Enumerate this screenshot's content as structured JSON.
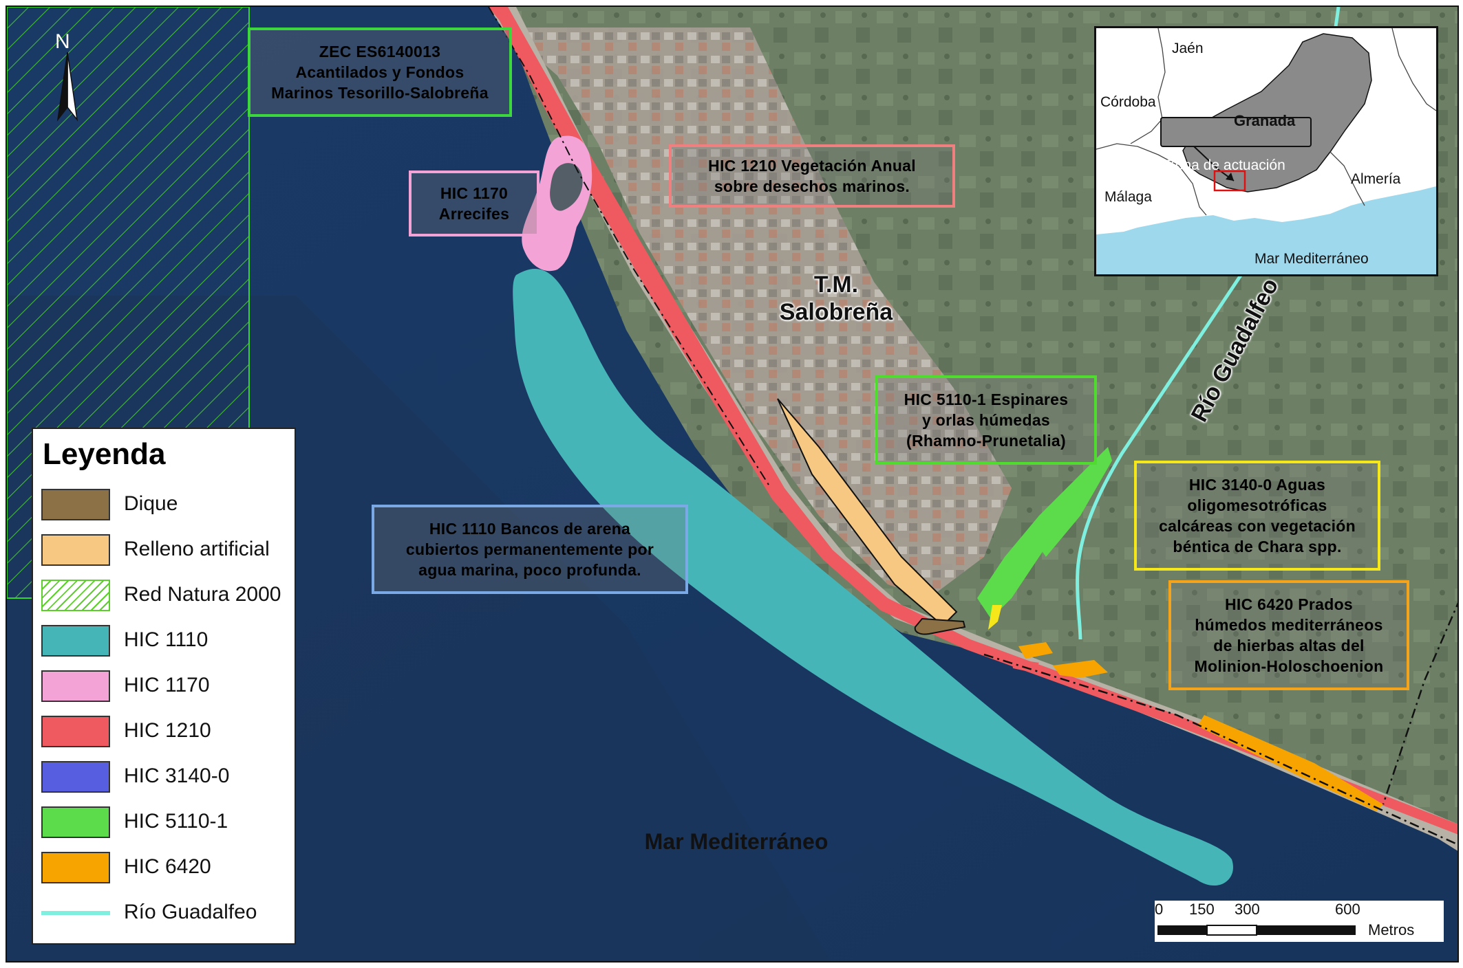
{
  "map": {
    "callouts": {
      "zec": {
        "text": "ZEC ES6140013\nAcantilados y Fondos\nMarinos Tesorillo-Salobreña",
        "color": "#3dd63d"
      },
      "hic1170": {
        "text": "HIC 1170\nArrecifes",
        "color": "#f4a3d6"
      },
      "hic1210": {
        "text": "HIC 1210 Vegetación Anual\nsobre desechos marinos.",
        "color": "#f08080"
      },
      "hic1110": {
        "text": "HIC 1110 Bancos de arena\ncubiertos permanentemente por\nagua marina, poco profunda.",
        "color": "#7aa9e6"
      },
      "hic5110": {
        "text": "HIC 5110-1 Espinares\ny orlas húmedas\n(Rhamno-Prunetalia)",
        "color": "#4fdc2f"
      },
      "hic3140": {
        "text": "HIC 3140-0 Aguas\noligomesotróficas\ncalcáreas con vegetación\nbéntica de Chara spp.",
        "color": "#f5e71a"
      },
      "hic6420": {
        "text": "HIC 6420 Prados\nhúmedos mediterráneos\nde hierbas altas del\nMolinion-Holoschoenion",
        "color": "#f5a31a"
      }
    },
    "labels": {
      "municipality": "T.M.\nSalobreña",
      "river": "Río Guadalfeo",
      "sea": "Mar Mediterráneo"
    },
    "north_label": "N"
  },
  "legend": {
    "title": "Leyenda",
    "items": [
      {
        "label": "Dique",
        "color": "#8b7145",
        "icon": "swatch"
      },
      {
        "label": "Relleno artificial",
        "color": "#f6c882",
        "icon": "swatch"
      },
      {
        "label": "Red Natura 2000",
        "color": "#5ccf2d",
        "icon": "hatched-swatch"
      },
      {
        "label": "HIC 1110",
        "color": "#46b5b8",
        "icon": "swatch"
      },
      {
        "label": "HIC 1170",
        "color": "#f4a3d6",
        "icon": "swatch"
      },
      {
        "label": "HIC 1210",
        "color": "#ee5a5f",
        "icon": "swatch"
      },
      {
        "label": "HIC 3140-0",
        "color": "#585ee0",
        "icon": "swatch"
      },
      {
        "label": "HIC 5110-1",
        "color": "#5cdc4a",
        "icon": "swatch"
      },
      {
        "label": "HIC 6420",
        "color": "#f7a400",
        "icon": "swatch"
      },
      {
        "label": "Río Guadalfeo",
        "color": "#7ff0e0",
        "icon": "line"
      }
    ]
  },
  "inset": {
    "labels": {
      "jaen": "Jaén",
      "cordoba": "Córdoba",
      "granada": "Granada",
      "zona": "Zona de actuación",
      "malaga": "Málaga",
      "almeria": "Almería",
      "sea": "Mar Mediterráneo"
    },
    "colors": {
      "province": "#8a8a8a",
      "sea": "#9ed8ec",
      "highlight": "#e01010"
    }
  },
  "scalebar": {
    "ticks": [
      "0",
      "150",
      "300",
      "600"
    ],
    "unit": "Metros"
  }
}
